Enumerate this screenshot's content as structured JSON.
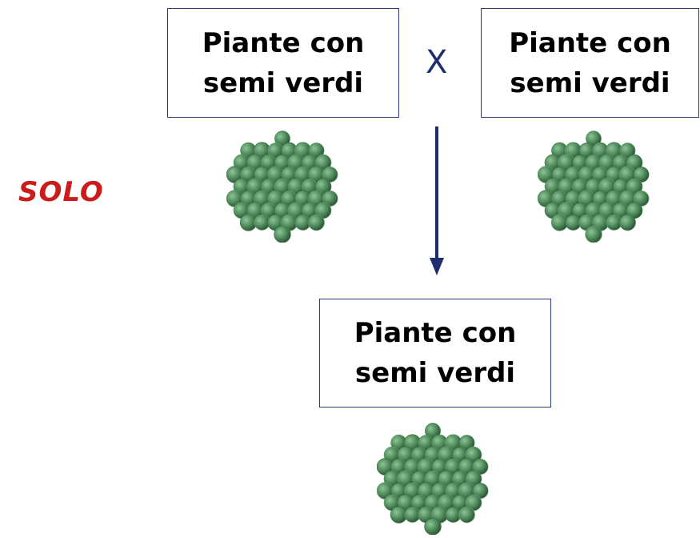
{
  "parents": {
    "left": {
      "line1": "Piante con",
      "line2": "semi verdi"
    },
    "right": {
      "line1": "Piante con",
      "line2": "semi verdi"
    },
    "cross_symbol": "X"
  },
  "offspring": {
    "line1": "Piante con",
    "line2": "semi verdi"
  },
  "side_label": "SOLO",
  "colors": {
    "box_border": "#2b3a78",
    "arrow": "#1f2d6e",
    "side_label": "#cc1b1b",
    "pea_green": "#4f8a5c"
  },
  "icons": {
    "pea_cluster": "green-pea-cluster-icon",
    "arrow": "down-arrow-icon"
  }
}
